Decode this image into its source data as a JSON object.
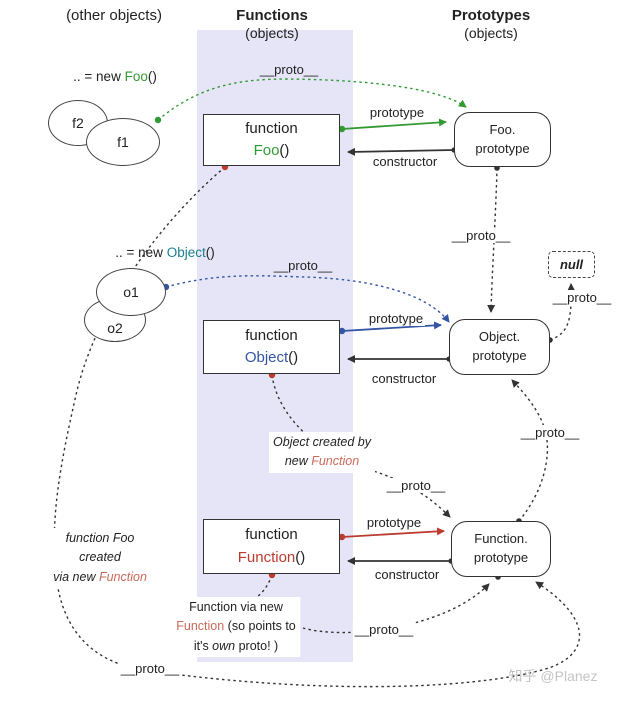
{
  "colors": {
    "green": "#339933",
    "blue": "#3455a4",
    "red": "#bb3b2e",
    "red_soft": "#c96a5a",
    "teal": "#1d808d",
    "band": "#e5e5f7",
    "ink": "#222222",
    "muted": "#c4c4c4"
  },
  "header": {
    "other_objects": "(other objects)",
    "functions": "Functions",
    "functions_sub": "(objects)",
    "prototypes": "Prototypes",
    "prototypes_sub": "(objects)"
  },
  "instances": {
    "new_foo_prefix": ".. = new ",
    "new_foo_name": "Foo",
    "new_foo_suffix": "()",
    "new_object_prefix": ".. = new ",
    "new_object_name": "Object",
    "new_object_suffix": "()",
    "f2": "f2",
    "f1": "f1",
    "o1": "o1",
    "o2": "o2"
  },
  "functions": {
    "foo_line1": "function",
    "foo_name": "Foo",
    "foo_suffix": "()",
    "object_line1": "function",
    "object_name": "Object",
    "object_suffix": "()",
    "function_line1": "function",
    "function_name": "Function",
    "function_suffix": "()"
  },
  "prototypes": {
    "foo_line1": "Foo.",
    "foo_line2": "prototype",
    "object_line1": "Object.",
    "object_line2": "prototype",
    "function_line1": "Function.",
    "function_line2": "prototype",
    "null_label": "null"
  },
  "edges": {
    "proto": "__proto__",
    "prototype": "prototype",
    "constructor": "constructor"
  },
  "notes": {
    "object_created_line1": "Object created by",
    "object_created_line2_prefix": "new ",
    "object_created_line2_name": "Function",
    "foo_created_line1": "function Foo",
    "foo_created_line2": "created",
    "foo_created_line3_prefix": "via new ",
    "foo_created_line3_name": "Function",
    "own_line1": "Function via new",
    "own_line2_name": "Function",
    "own_line2_suffix": " (so points to",
    "own_line3_prefix": "it's ",
    "own_line3_em": "own",
    "own_line3_suffix": " proto! )"
  },
  "watermark": "知乎 @Planez"
}
